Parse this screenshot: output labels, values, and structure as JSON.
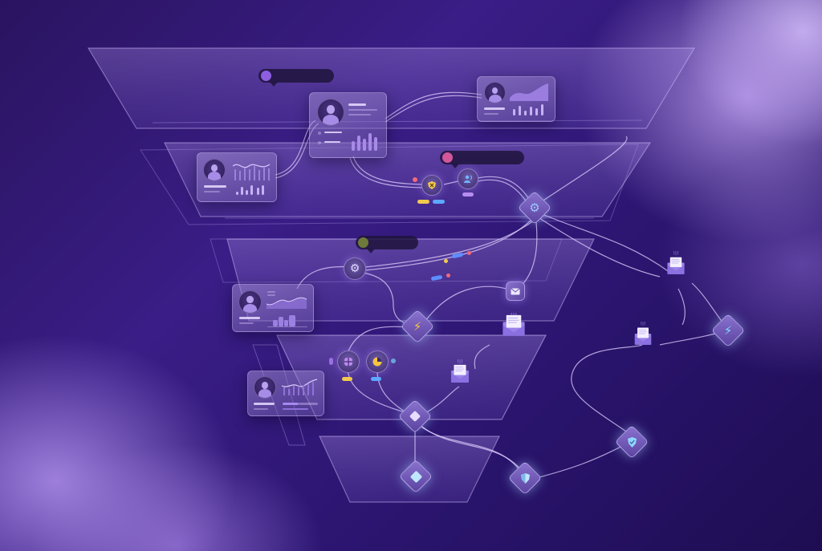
{
  "diagram": {
    "type": "funnel-workflow-illustration",
    "text_labels": [],
    "stages": [
      {
        "id": "stage-1",
        "shape": "trapezoid"
      },
      {
        "id": "stage-2",
        "shape": "trapezoid"
      },
      {
        "id": "stage-3",
        "shape": "trapezoid"
      },
      {
        "id": "stage-4",
        "shape": "trapezoid"
      },
      {
        "id": "stage-5",
        "shape": "trapezoid"
      }
    ],
    "profile_cards": [
      {
        "id": "card-top-center",
        "avatar": "user-silhouette",
        "chart": "bar-chart"
      },
      {
        "id": "card-top-right",
        "avatar": "user-silhouette",
        "chart": "area-chart-with-bars"
      },
      {
        "id": "card-left-2",
        "avatar": "user-silhouette",
        "chart": "line-and-bar-chart"
      },
      {
        "id": "card-left-3",
        "avatar": "user-silhouette",
        "chart": "area-chart-with-bars"
      },
      {
        "id": "card-left-4",
        "avatar": "user-silhouette",
        "chart": "line-chart-with-progress"
      }
    ],
    "label_pills": [
      {
        "id": "pill-filter",
        "icon": "funnel-icon",
        "dot_color": "#8e5ee0"
      },
      {
        "id": "pill-user",
        "icon": "user-icon",
        "dot_color": "#d2569a"
      },
      {
        "id": "pill-bolt",
        "icon": "bolt-icon",
        "dot_color": "#6f7a3a"
      }
    ],
    "nodes": [
      {
        "id": "shield-x-node",
        "icon": "shield-x-icon",
        "shape": "circle",
        "color": "#f2c94c"
      },
      {
        "id": "users-node",
        "icon": "users-icon",
        "shape": "circle",
        "color": "#6fb7ff"
      },
      {
        "id": "gear-node-top",
        "icon": "gear-icon",
        "shape": "diamond",
        "color": "#9fc6ff"
      },
      {
        "id": "gear-node-mid",
        "icon": "gear-icon",
        "shape": "circle",
        "color": "#d8ccff"
      },
      {
        "id": "mail-node",
        "icon": "mail-icon",
        "shape": "rounded-square",
        "color": "#e8e0ff"
      },
      {
        "id": "bolt-node",
        "icon": "bolt-icon",
        "shape": "diamond",
        "color": "#f5c542"
      },
      {
        "id": "grid-node",
        "icon": "grid-icon",
        "shape": "circle",
        "color": "#c08af0"
      },
      {
        "id": "pie-node",
        "icon": "pie-chart-icon",
        "shape": "circle",
        "color": "#f5c542"
      },
      {
        "id": "diamond-node-mid",
        "icon": "gem-icon",
        "shape": "diamond",
        "color": "#e5dcff"
      },
      {
        "id": "diamond-node-bottom",
        "icon": "gem-icon",
        "shape": "diamond",
        "color": "#bfe6ff"
      },
      {
        "id": "shield-node-bottom",
        "icon": "shield-icon",
        "shape": "diamond",
        "color": "#bfe6ff"
      },
      {
        "id": "shield-check-node",
        "icon": "shield-check-icon",
        "shape": "diamond",
        "color": "#8fd6ff"
      },
      {
        "id": "bolt-node-right",
        "icon": "bolt-icon",
        "shape": "diamond",
        "color": "#7fd9ff"
      }
    ],
    "envelopes": [
      {
        "id": "envelope-1"
      },
      {
        "id": "envelope-2"
      },
      {
        "id": "envelope-3"
      },
      {
        "id": "envelope-4"
      }
    ],
    "colors": {
      "background": "#2a1460",
      "accent_purple": "#8e6fe0",
      "glow": "#a9c8ff",
      "tag_yellow": "#f2c94c",
      "tag_blue": "#5ea8ff",
      "tag_violet": "#b58cf0",
      "dot_red": "#f06a7a"
    }
  }
}
